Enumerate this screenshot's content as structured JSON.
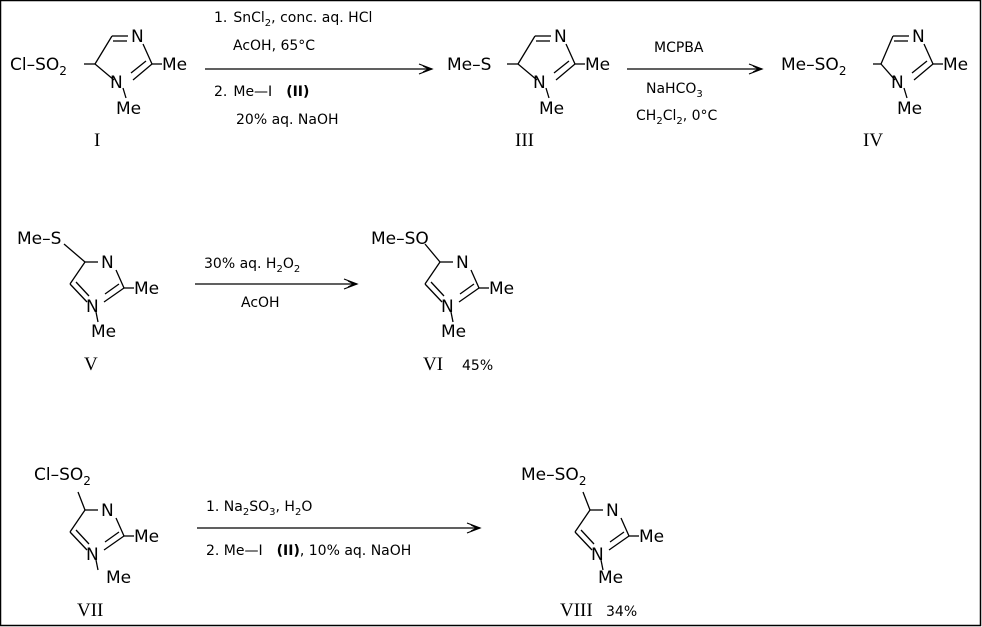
{
  "compounds": {
    "I": {
      "label": "I",
      "substituent": "Cl–SO",
      "sub_index": "2",
      "n_methyl": "Me",
      "c2_methyl": "Me"
    },
    "III": {
      "label": "III",
      "substituent": "Me–S",
      "n_methyl": "Me",
      "c2_methyl": "Me"
    },
    "IV": {
      "label": "IV",
      "substituent": "Me–SO",
      "sub_index": "2",
      "n_methyl": "Me",
      "c2_methyl": "Me"
    },
    "V": {
      "label": "V",
      "substituent": "Me–S",
      "n_methyl": "Me",
      "c2_methyl": "Me"
    },
    "VI": {
      "label": "VI",
      "yield": "45%",
      "substituent": "Me–SO",
      "n_methyl": "Me",
      "c2_methyl": "Me"
    },
    "VII": {
      "label": "VII",
      "substituent": "Cl–SO",
      "sub_index": "2",
      "n_methyl": "Me",
      "c2_methyl": "Me"
    },
    "VIII": {
      "label": "VIII",
      "yield": "34%",
      "substituent": "Me–SO",
      "sub_index": "2",
      "n_methyl": "Me",
      "c2_methyl": "Me"
    }
  },
  "ring_atom": "N",
  "reactions": {
    "r1": {
      "step1_num": "1.",
      "step1_a": "SnCl",
      "step1_a_sub": "2",
      "step1_b": ", conc. aq. HCl",
      "step1_line2": "AcOH, 65°C",
      "step2_num": "2.",
      "step2_reagent": "Me—I",
      "step2_ref": "(II)",
      "step2_line2": "20% aq. NaOH"
    },
    "r2": {
      "line1": "MCPBA",
      "line2_a": "NaHCO",
      "line2_sub": "3",
      "line3_a": "CH",
      "line3_sub1": "2",
      "line3_b": "Cl",
      "line3_sub2": "2",
      "line3_c": ",  0°C"
    },
    "r3": {
      "line1_a": "30% aq. H",
      "line1_sub1": "2",
      "line1_b": "O",
      "line1_sub2": "2",
      "line2": "AcOH"
    },
    "r4": {
      "step1_a": "1. Na",
      "step1_sub1": "2",
      "step1_b": "SO",
      "step1_sub2": "3",
      "step1_c": ", H",
      "step1_sub3": "2",
      "step1_d": "O",
      "step2_a": "2. Me—I",
      "step2_ref": "(II)",
      "step2_b": ", 10% aq. NaOH"
    }
  }
}
